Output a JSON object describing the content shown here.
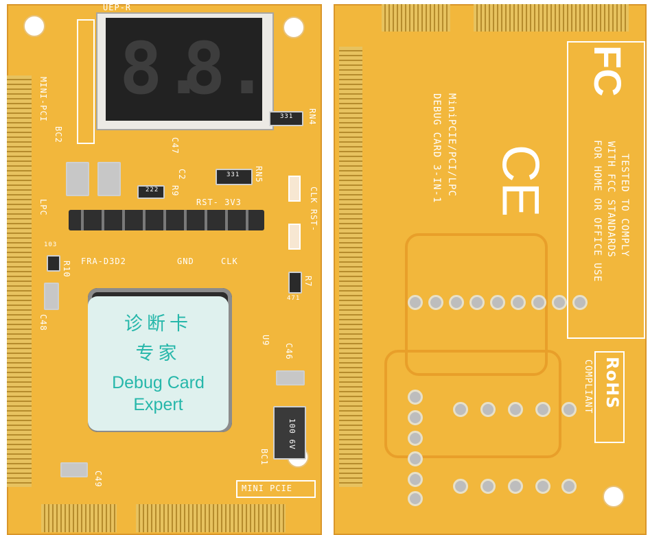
{
  "front_board": {
    "display_digits": [
      "8.",
      "8."
    ],
    "display_label": "UEP-R",
    "sticker_cn_line1": "诊断卡",
    "sticker_cn_line2": "专家",
    "sticker_en_line1": "Debug Card",
    "sticker_en_line2": "Expert",
    "silk": {
      "mini_pci": "MINI-PCI",
      "bc2": "BC2",
      "lpc": "LPC",
      "c47": "C47",
      "c2": "C2",
      "r9": "R9",
      "rn5": "RN5",
      "rn4": "RN4",
      "rst_3v3": "RST-  3V3",
      "clk_rst": "CLK RST-",
      "fra_d3d2": "FRA-D3D2",
      "gnd": "GND",
      "clk": "CLK",
      "r10": "R10",
      "c48": "C48",
      "u9": "U9",
      "c46": "C46",
      "r7": "R7",
      "bc1": "BC1",
      "c49": "C49",
      "mini_pcie": "MINI PCIE",
      "res_222": "222",
      "res_331a": "331",
      "res_331b": "331",
      "res_103": "103",
      "res_471": "471",
      "cap_100": "100 6V"
    }
  },
  "back_board": {
    "product_line1": "MiniPCIE/PCI/LPC",
    "product_line2": "DEBUG CARD 3-IN-1",
    "fcc_logo": "FC",
    "fcc_text_line1": "TESTED TO COMPLY",
    "fcc_text_line2": "WITH FCC STANDARDS",
    "fcc_text_line3": "FOR HOME OR OFFICE USE",
    "ce_mark": "CE",
    "rohs_title": "RoHS",
    "rohs_sub": "COMPLIANT"
  }
}
